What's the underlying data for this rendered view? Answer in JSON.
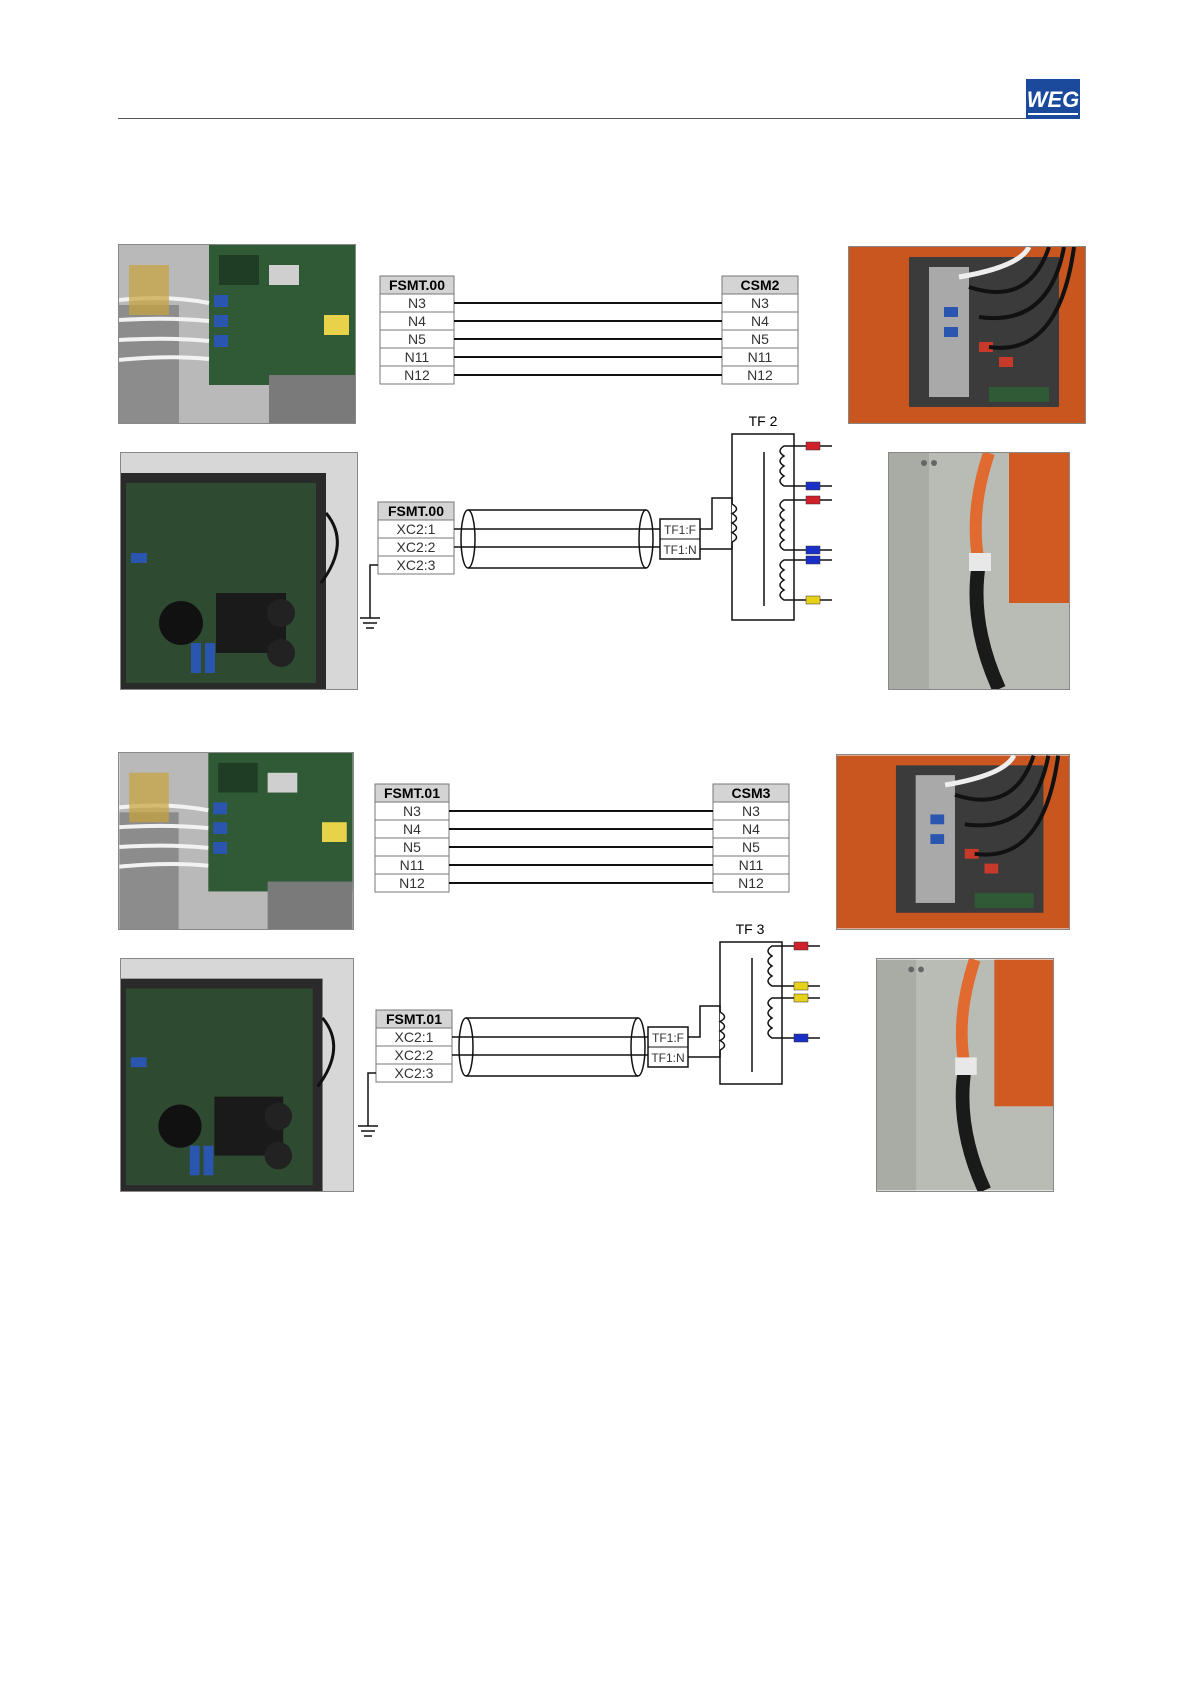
{
  "header": {
    "logo_text": "WEG"
  },
  "sections": [
    {
      "fiber": {
        "left_header": "FSMT.00",
        "right_header": "CSM2",
        "left_terms": [
          "N3",
          "N4",
          "N5",
          "N11",
          "N12"
        ],
        "right_terms": [
          "N3",
          "N4",
          "N5",
          "N11",
          "N12"
        ]
      },
      "transformer": {
        "left_header": "FSMT.00",
        "terms": [
          "XC2:1",
          "XC2:2",
          "XC2:3"
        ],
        "mid_terms": [
          "TF1:F",
          "TF1:N"
        ],
        "label": "TF 2",
        "wire_colors": [
          "#d0202a",
          "#1a2fc8",
          "#d0202a",
          "#1a2fc8",
          "#1a2fc8",
          "#e6d21a"
        ]
      }
    },
    {
      "fiber": {
        "left_header": "FSMT.01",
        "right_header": "CSM3",
        "left_terms": [
          "N3",
          "N4",
          "N5",
          "N11",
          "N12"
        ],
        "right_terms": [
          "N3",
          "N4",
          "N5",
          "N11",
          "N12"
        ]
      },
      "transformer": {
        "left_header": "FSMT.01",
        "terms": [
          "XC2:1",
          "XC2:2",
          "XC2:3"
        ],
        "mid_terms": [
          "TF1:F",
          "TF1:N"
        ],
        "label": "TF 3",
        "wire_colors": [
          "#d0202a",
          "#e6d21a",
          "#e6d21a",
          "#1a2fc8"
        ]
      }
    }
  ]
}
